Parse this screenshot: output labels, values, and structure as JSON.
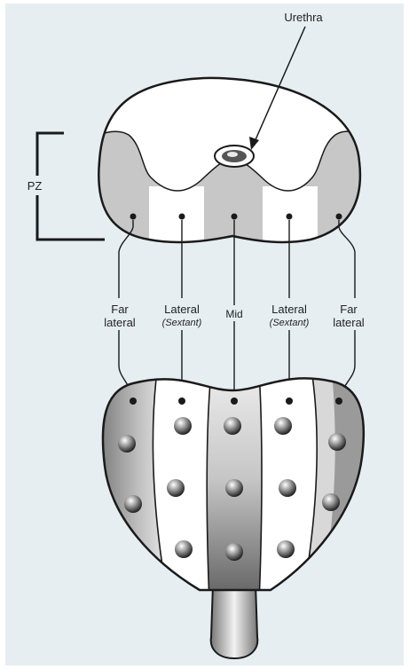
{
  "labels": {
    "urethra": "Urethra",
    "pz": "PZ",
    "far_lateral_line1": "Far",
    "far_lateral_line2": "lateral",
    "lateral_line1": "Lateral",
    "lateral_line2": "(Sextant)",
    "mid": "Mid"
  },
  "colors": {
    "background": "#e6eef2",
    "outline": "#1a1a1a",
    "zone_gray": "#c7c7c7",
    "white": "#ffffff"
  }
}
